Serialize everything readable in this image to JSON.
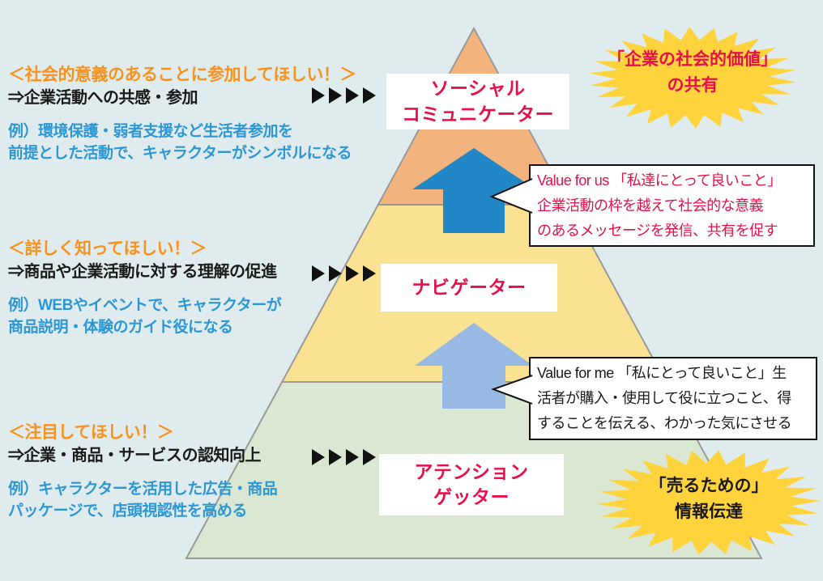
{
  "palette": {
    "background": "#DFEBEC",
    "pyramid_top": "#F2B47C",
    "pyramid_middle": "#FAE292",
    "pyramid_bottom": "#DAE7D3",
    "pyramid_border": "#9A9A9A",
    "arrow_dark_blue": "#2287C6",
    "arrow_light_blue": "#96BAE4",
    "burst_yellow": "#FFD33C",
    "heading_orange": "#F6921E",
    "example_blue": "#2D97D3",
    "accent_red": "#E5104C"
  },
  "goals": [
    {
      "heading": "＜社会的意義のあることに参加してほしい！＞",
      "subtitle": "⇒企業活動への共感・参加",
      "example": "例）環境保護・弱者支援など生活者参加を\n前提とした活動で、キャラクターがシンボルになる"
    },
    {
      "heading": "＜詳しく知ってほしい！＞",
      "subtitle": "⇒商品や企業活動に対する理解の促進",
      "example": "例）WEBやイベントで、キャラクターが\n商品説明・体験のガイド役になる"
    },
    {
      "heading": "＜注目してほしい！＞",
      "subtitle": "⇒企業・商品・サービスの認知向上",
      "example": "例）キャラクターを活用した広告・商品\nパッケージで、店頭視認性を高める"
    }
  ],
  "pyramid": {
    "levels": [
      {
        "label": "ソーシャル\nコミュニケーター"
      },
      {
        "label": "ナビゲーター"
      },
      {
        "label": "アテンション\nゲッター"
      }
    ]
  },
  "callouts": [
    {
      "text": "Value for us 「私達にとって良いこと」\n企業活動の枠を越えて社会的な意義\nのあるメッセージを発信、共有を促す"
    },
    {
      "text": "Value for me 「私にとって良いこと」生\n活者が購入・使用して役に立つこと、得\nすることを伝える、わかった気にさせる"
    }
  ],
  "bursts": [
    {
      "text": "「企業の社会的価値」\nの共有"
    },
    {
      "text": "「売るための」\n情報伝達"
    }
  ]
}
